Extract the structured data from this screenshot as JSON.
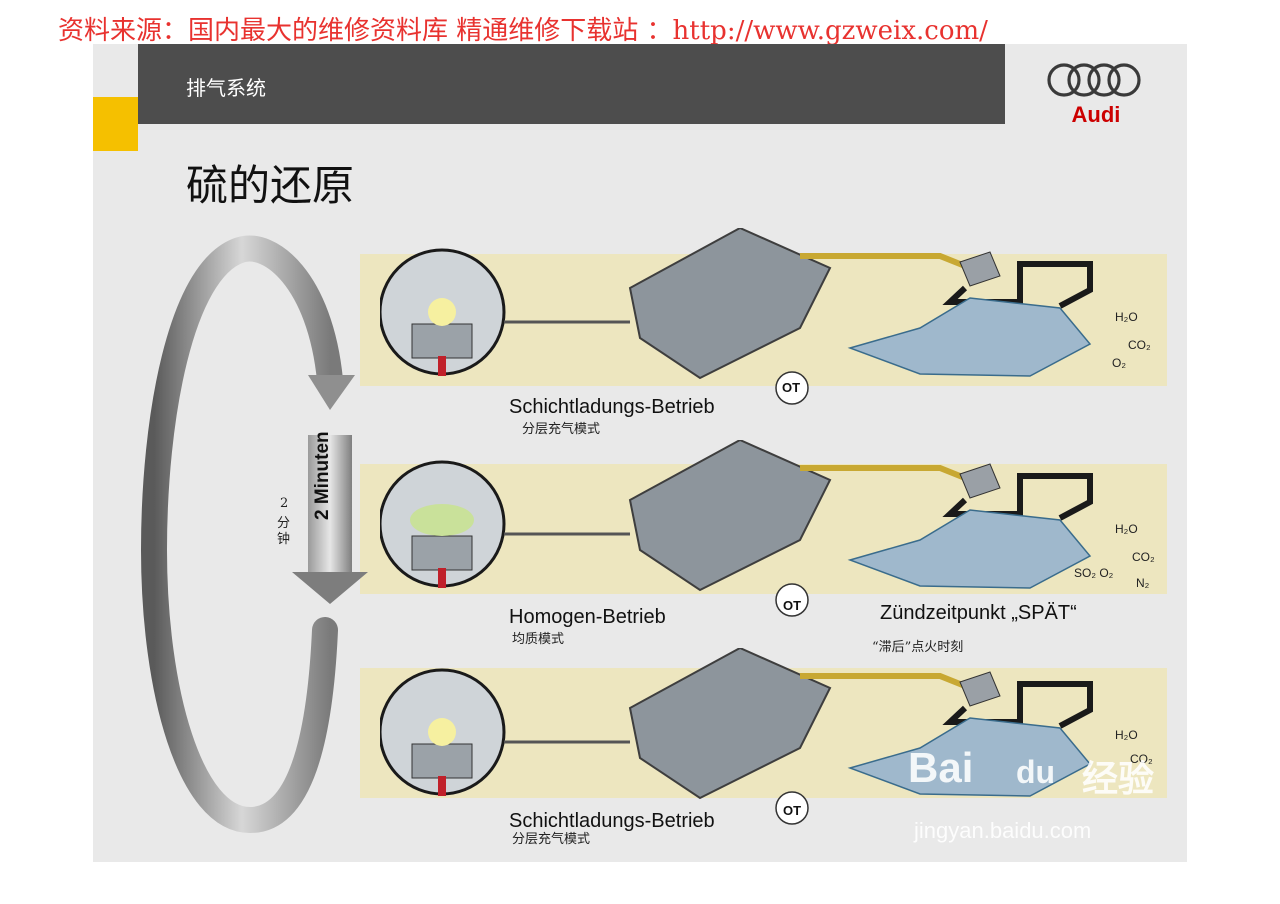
{
  "banner": {
    "text": "资料来源：国内最大的维修资料库 精通维修下载站 ：http://www.gzweix.com/"
  },
  "header": {
    "section": "排气系统",
    "logo_text": "Audi"
  },
  "title": "硫的还原",
  "cycle": {
    "label_de": "2 Minuten",
    "label_cn_num": "2",
    "label_cn_a": "分",
    "label_cn_b": "钟"
  },
  "stages": [
    {
      "mode_de": "Schichtladungs-Betrieb",
      "mode_cn": "分层充气模式",
      "ot": "OT",
      "gases": [
        "H₂O",
        "CO₂",
        "O₂"
      ]
    },
    {
      "mode_de": "Homogen-Betrieb",
      "mode_cn": "均质模式",
      "ot": "OT",
      "gases": [
        "H₂O",
        "CO₂",
        "SO₂ O₂",
        "N₂"
      ],
      "timing_de": "Zündzeitpunkt „SPÄT“",
      "timing_cn": "“滞后”点火时刻"
    },
    {
      "mode_de": "Schichtladungs-Betrieb",
      "mode_cn": "分层充气模式",
      "ot": "OT",
      "gases": [
        "H₂O",
        "CO₂"
      ]
    }
  ],
  "watermark": {
    "brand": "Bai",
    "brand_mid": "du",
    "brand_cn": "经验",
    "url": "jingyan.baidu.com"
  },
  "colors": {
    "banner": "#e8322f",
    "header_bg": "#4d4d4d",
    "accent": "#f5c000",
    "band": "#ede6bf",
    "audi_red": "#cc0000"
  }
}
